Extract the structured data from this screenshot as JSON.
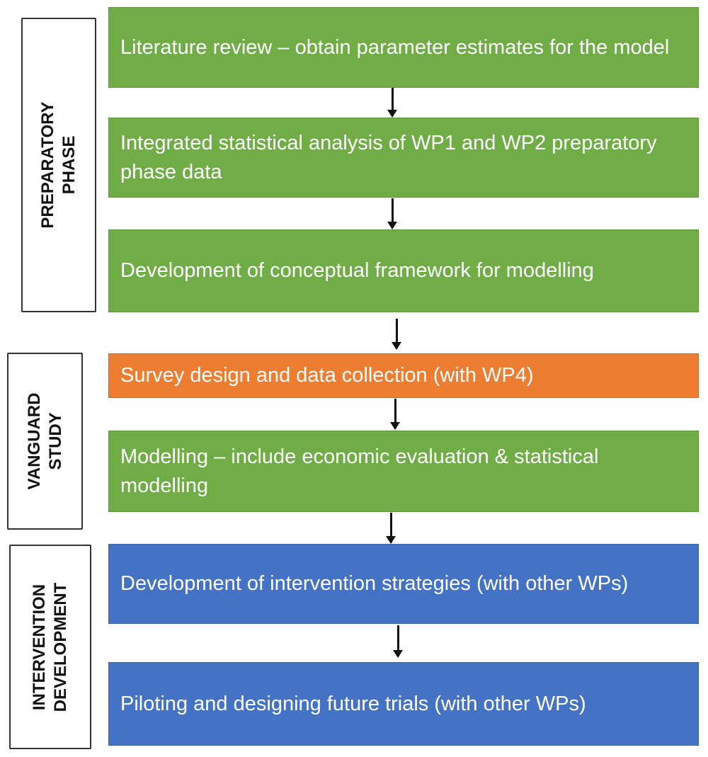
{
  "colors": {
    "green": "#70ad47",
    "orange": "#ed7d31",
    "blue": "#4472c4"
  },
  "phases": [
    {
      "line1": "PREPARATORY",
      "line2": "PHASE"
    },
    {
      "line1": "VANGUARD",
      "line2": "STUDY"
    },
    {
      "line1": "INTERVENTION",
      "line2": "DEVELOPMENT"
    }
  ],
  "steps": [
    {
      "text": "Literature review – obtain parameter estimates for the model",
      "color": "green"
    },
    {
      "text": "Integrated statistical analysis of WP1 and WP2 preparatory phase data",
      "color": "green"
    },
    {
      "text": "Development of conceptual framework for modelling",
      "color": "green"
    },
    {
      "text": "Survey design and data collection (with WP4)",
      "color": "orange"
    },
    {
      "text": "Modelling –  include economic evaluation & statistical modelling",
      "color": "green"
    },
    {
      "text": "Development of intervention strategies (with other WPs)",
      "color": "blue"
    },
    {
      "text": "Piloting and designing future trials (with other WPs)",
      "color": "blue"
    }
  ]
}
